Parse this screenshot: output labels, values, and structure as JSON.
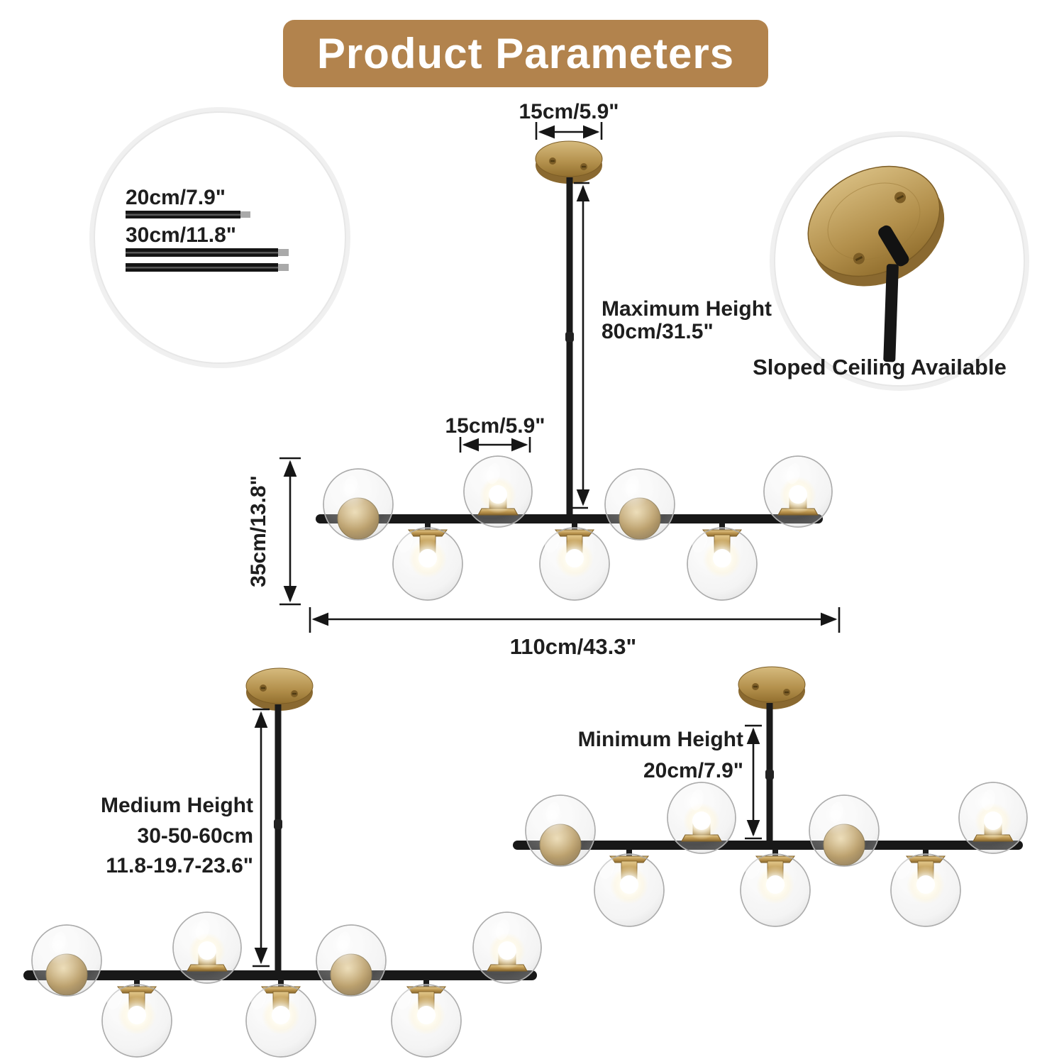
{
  "title": {
    "text": "Product Parameters"
  },
  "colors": {
    "banner": "#b2834d",
    "brass": "#b08c46",
    "fixture_black": "#181818",
    "label_text": "#1e1e1e"
  },
  "rod_kit": {
    "rod1": "20cm/7.9\"",
    "rod2": "30cm/11.8\""
  },
  "sloped_ceiling": {
    "caption": "Sloped Ceiling Available"
  },
  "top_fixture": {
    "canopy_width": "15cm/5.9\"",
    "max_height_line1": "Maximum Height",
    "max_height_line2": "80cm/31.5\"",
    "globe_spacing": "15cm/5.9\"",
    "fixture_height": "35cm/13.8\"",
    "fixture_width": "110cm/43.3\""
  },
  "medium_fixture": {
    "line1": "Medium Height",
    "line2": "30-50-60cm",
    "line3": "11.8-19.7-23.6\""
  },
  "minimum_fixture": {
    "line1": "Minimum Height",
    "line2": "20cm/7.9\""
  }
}
